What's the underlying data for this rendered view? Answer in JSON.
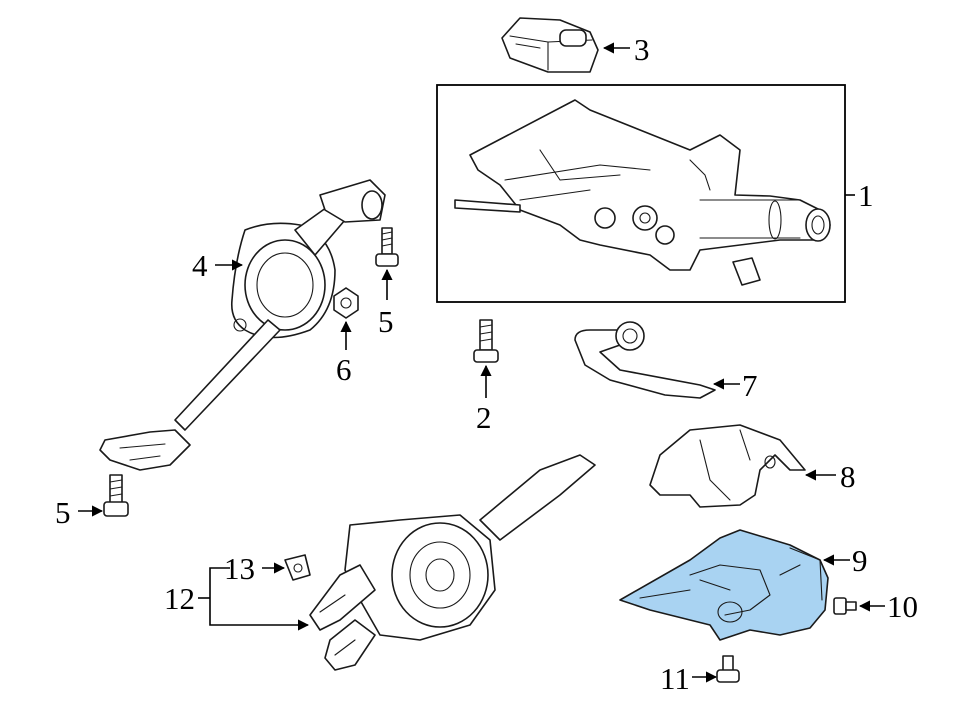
{
  "callouts": {
    "c1": "1",
    "c2": "2",
    "c3": "3",
    "c4": "4",
    "c5a": "5",
    "c5b": "5",
    "c6": "6",
    "c7": "7",
    "c8": "8",
    "c9": "9",
    "c10": "10",
    "c11": "11",
    "c12": "12",
    "c13": "13"
  },
  "colors": {
    "highlight": "#a9d3f2",
    "line": "#1a1a1a",
    "background": "#ffffff"
  }
}
